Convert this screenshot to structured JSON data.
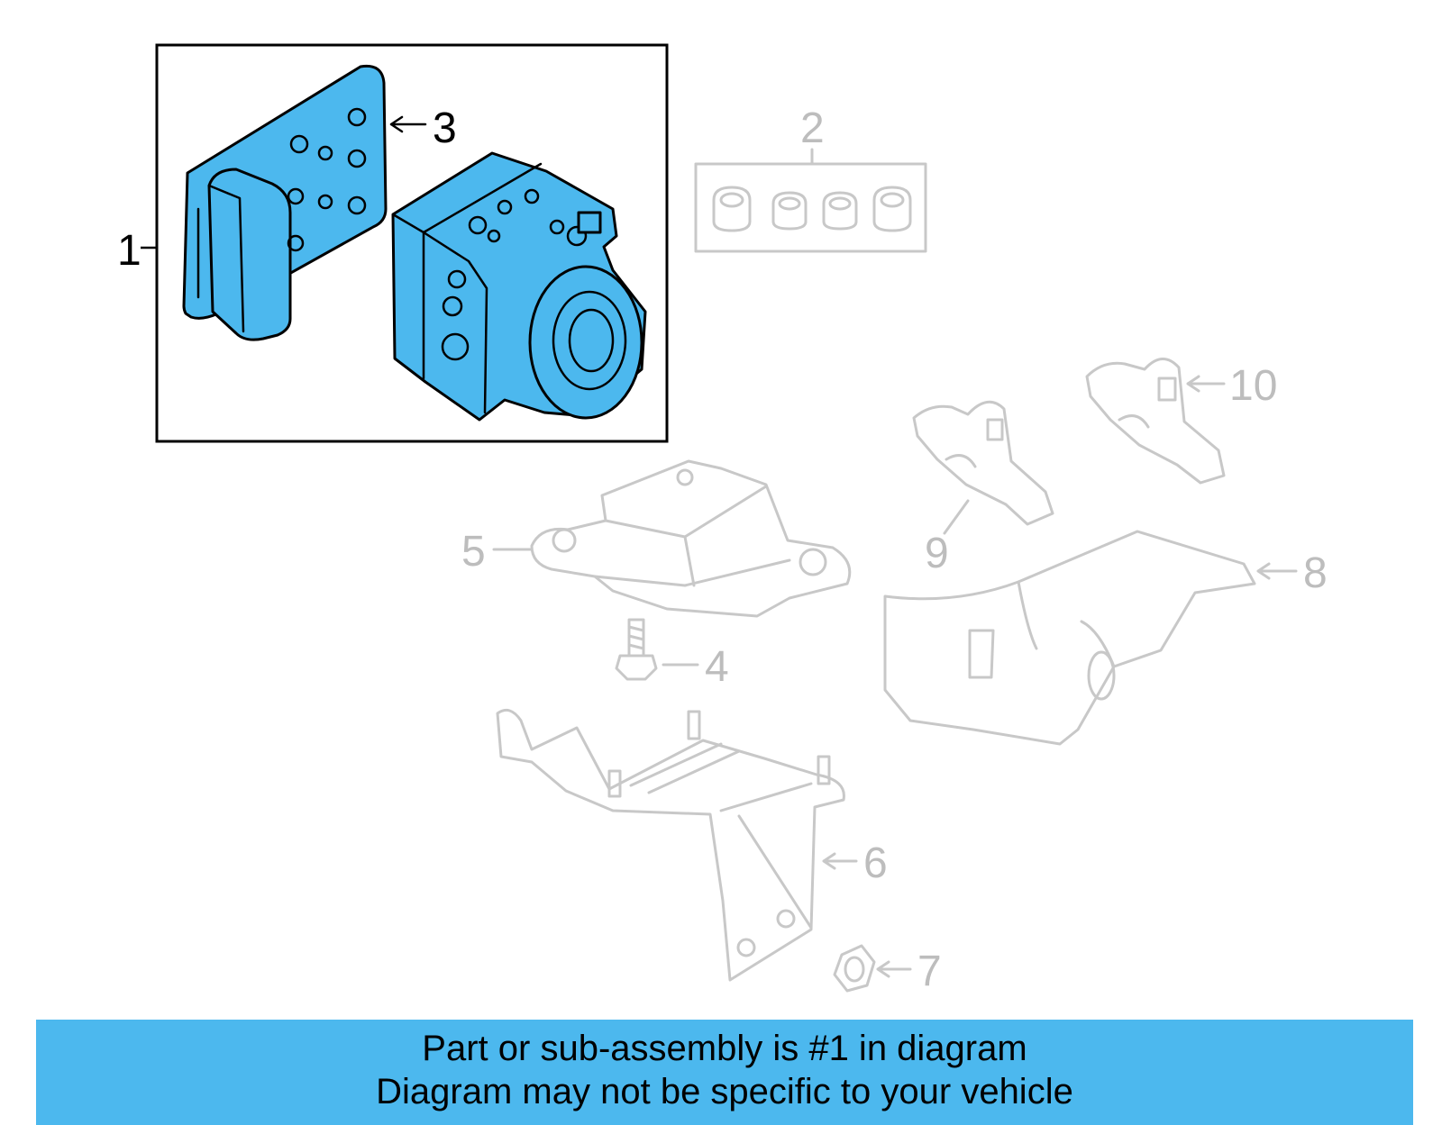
{
  "colors": {
    "highlight": "#4cb8ee",
    "ghost": "#c8c8c8",
    "frame": "#000000"
  },
  "callouts": {
    "c1": "1",
    "c2": "2",
    "c3": "3",
    "c4": "4",
    "c5": "5",
    "c6": "6",
    "c7": "7",
    "c8": "8",
    "c9": "9",
    "c10": "10"
  },
  "banner": {
    "line1": "Part or sub-assembly is #1 in diagram",
    "line2": "Diagram may not be specific to your vehicle"
  }
}
